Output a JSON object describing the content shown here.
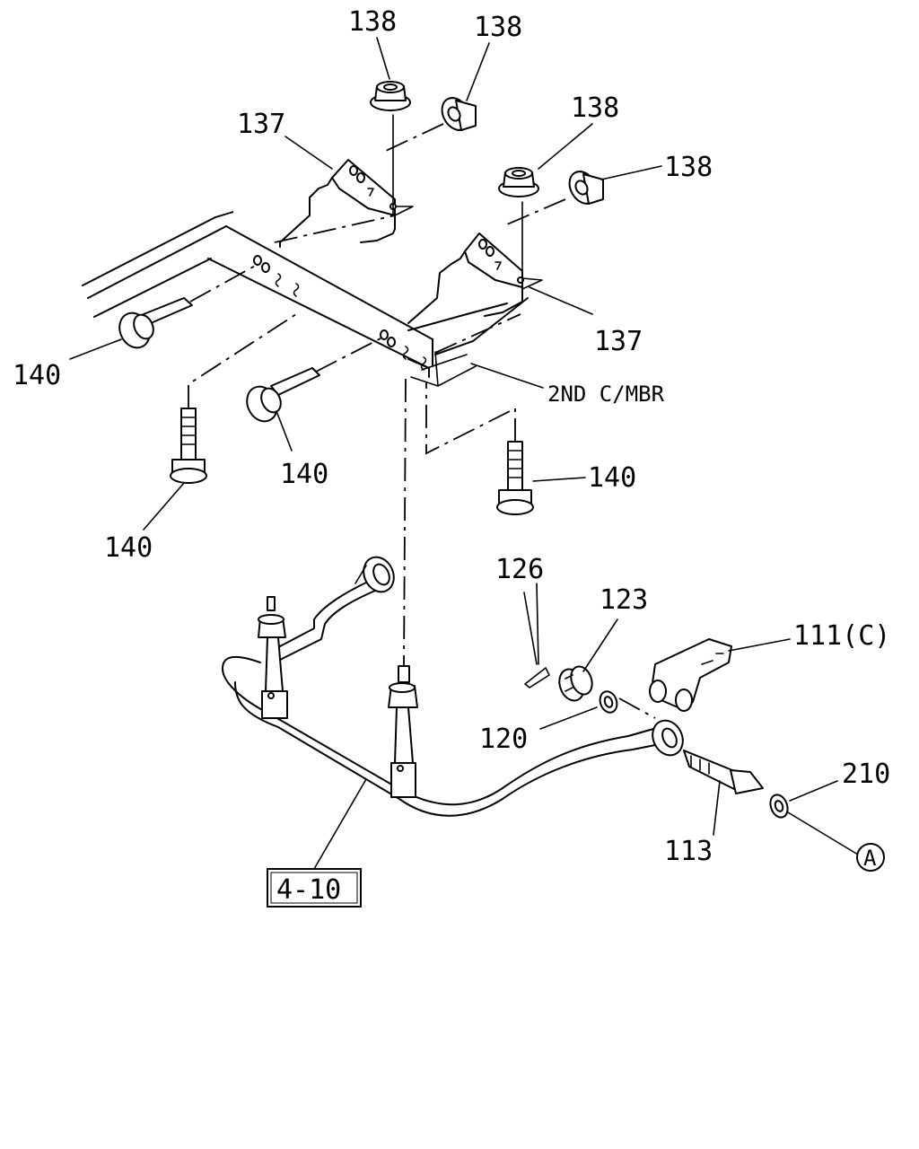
{
  "callouts": {
    "p138a": "138",
    "p138b": "138",
    "p138c": "138",
    "p138d": "138",
    "p137a": "137",
    "p137b": "137",
    "p140a": "140",
    "p140b": "140",
    "p140c": "140",
    "p140d": "140",
    "second_cross_member": "2ND C/MBR",
    "p126": "126",
    "p123": "123",
    "p111": "111(C)",
    "p120": "120",
    "p210": "210",
    "p113": "113",
    "ref_box": "4-10",
    "ref_circle": "A"
  }
}
